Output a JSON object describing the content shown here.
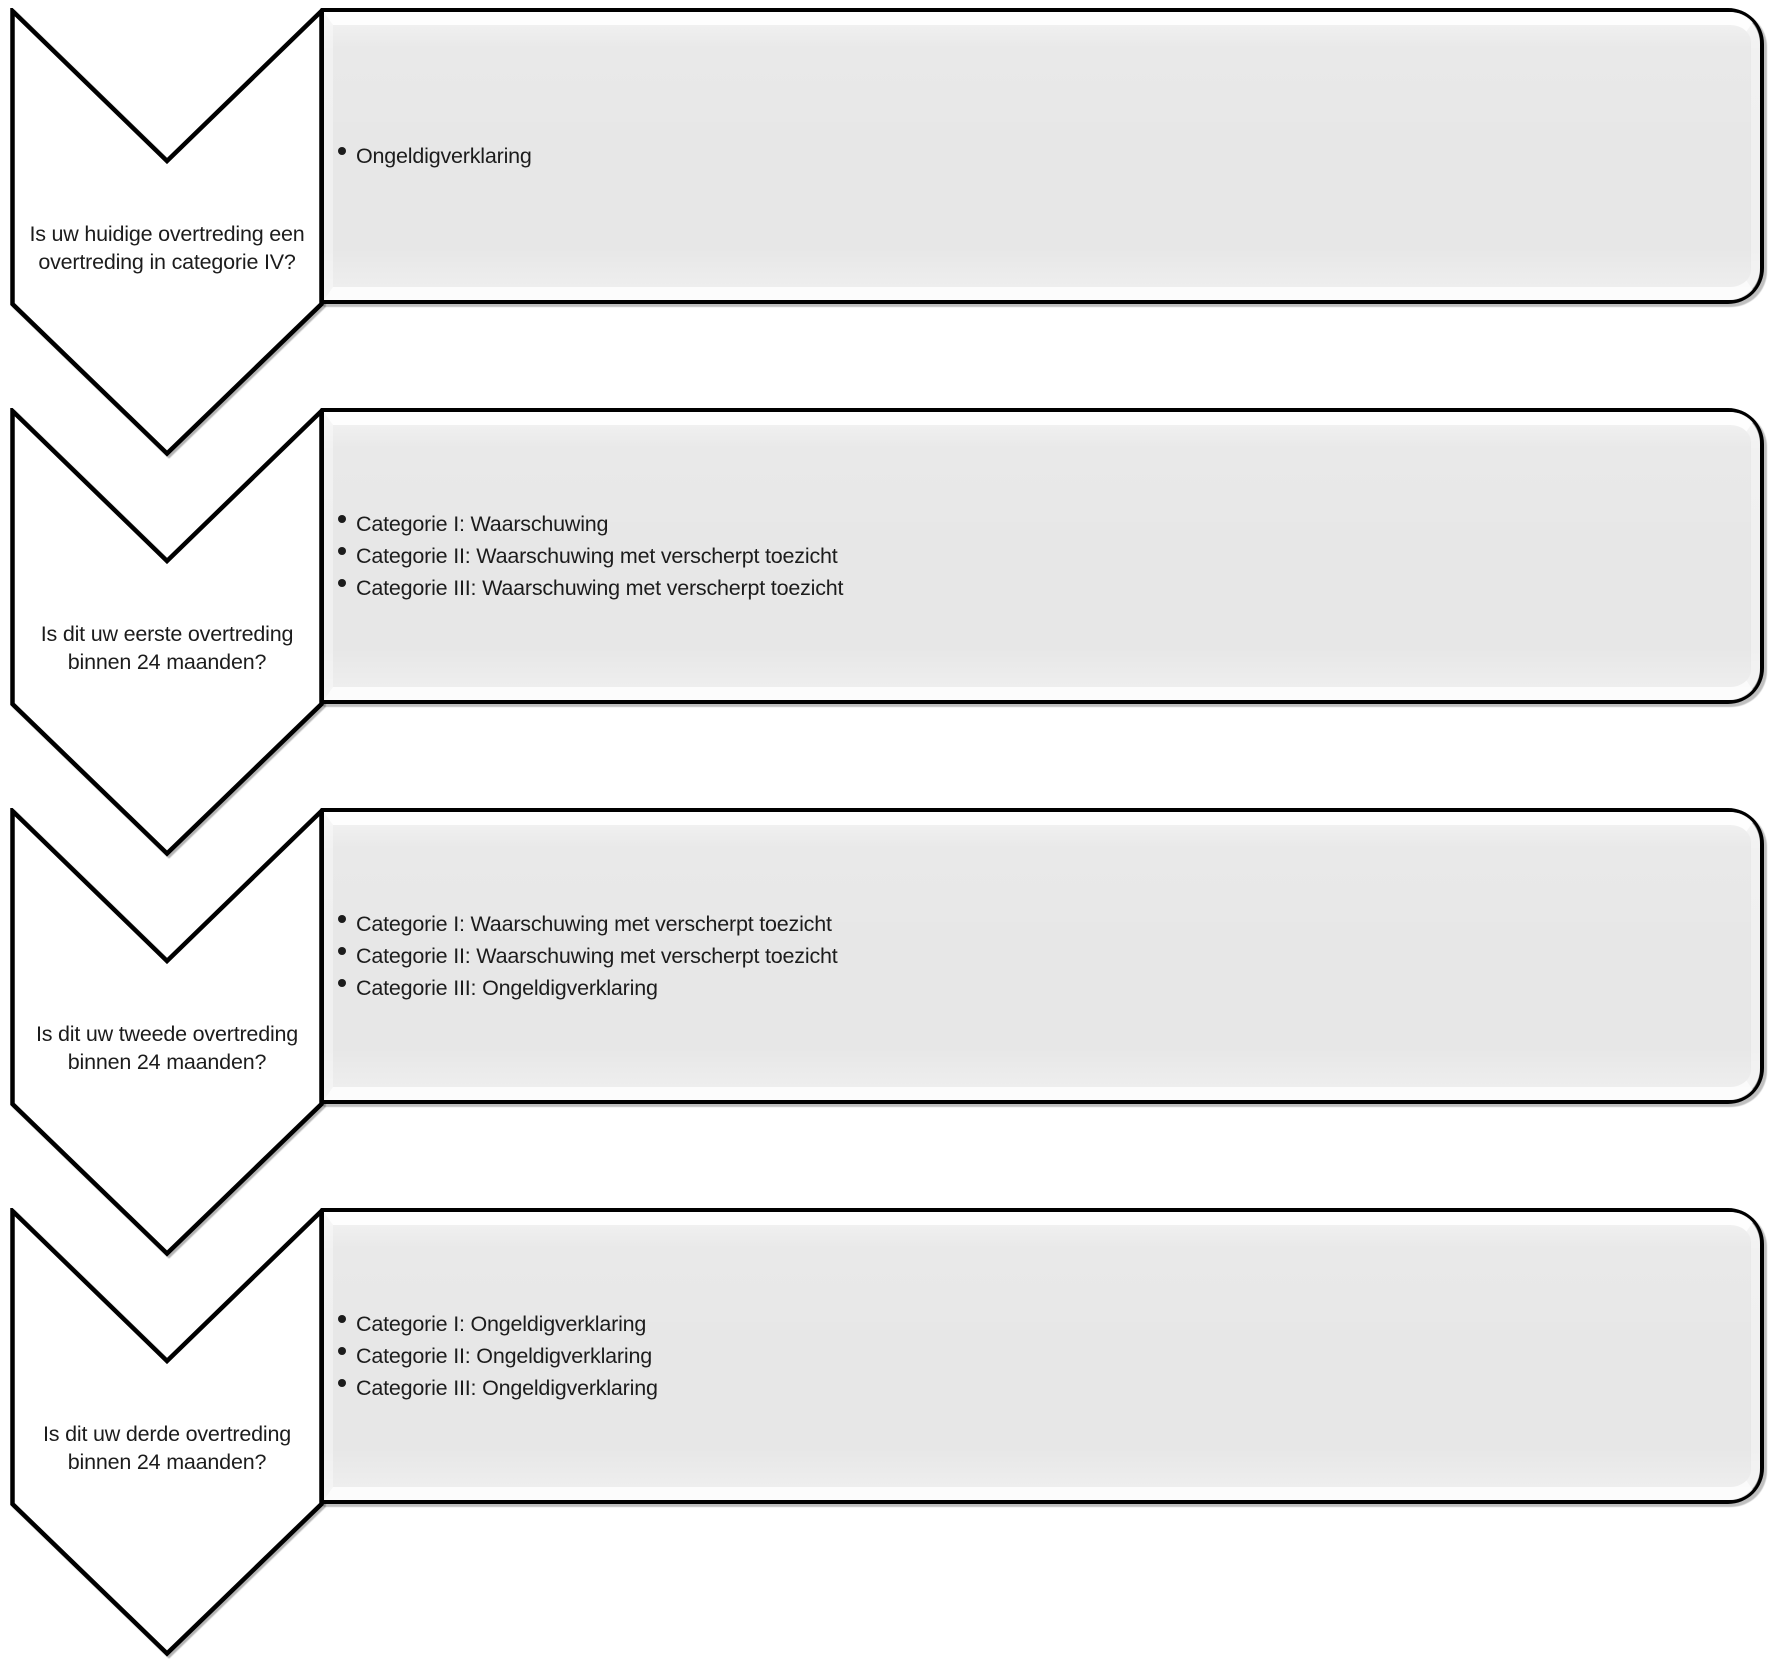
{
  "diagram": {
    "type": "chevron-decision-list",
    "language": "nl",
    "colors": {
      "chevron_fill": "#ffffff",
      "box_fill": "#e7e7e7",
      "outline": "#000000",
      "text": "#1c1c1c"
    },
    "steps": [
      {
        "question": "Is uw huidige overtreding een overtreding in categorie IV?",
        "outcomes": [
          "Ongeldigverklaring"
        ]
      },
      {
        "question": "Is dit uw eerste overtreding binnen 24 maanden?",
        "outcomes": [
          "Categorie I: Waarschuwing",
          "Categorie II: Waarschuwing met verscherpt toezicht",
          "Categorie III: Waarschuwing met verscherpt toezicht"
        ]
      },
      {
        "question": "Is dit uw tweede overtreding binnen 24 maanden?",
        "outcomes": [
          "Categorie I: Waarschuwing met verscherpt toezicht",
          "Categorie II: Waarschuwing met verscherpt toezicht",
          "Categorie III: Ongeldigverklaring"
        ]
      },
      {
        "question": "Is dit uw derde overtreding binnen 24 maanden?",
        "outcomes": [
          "Categorie I: Ongeldigverklaring",
          "Categorie II: Ongeldigverklaring",
          "Categorie III: Ongeldigverklaring"
        ]
      }
    ]
  }
}
